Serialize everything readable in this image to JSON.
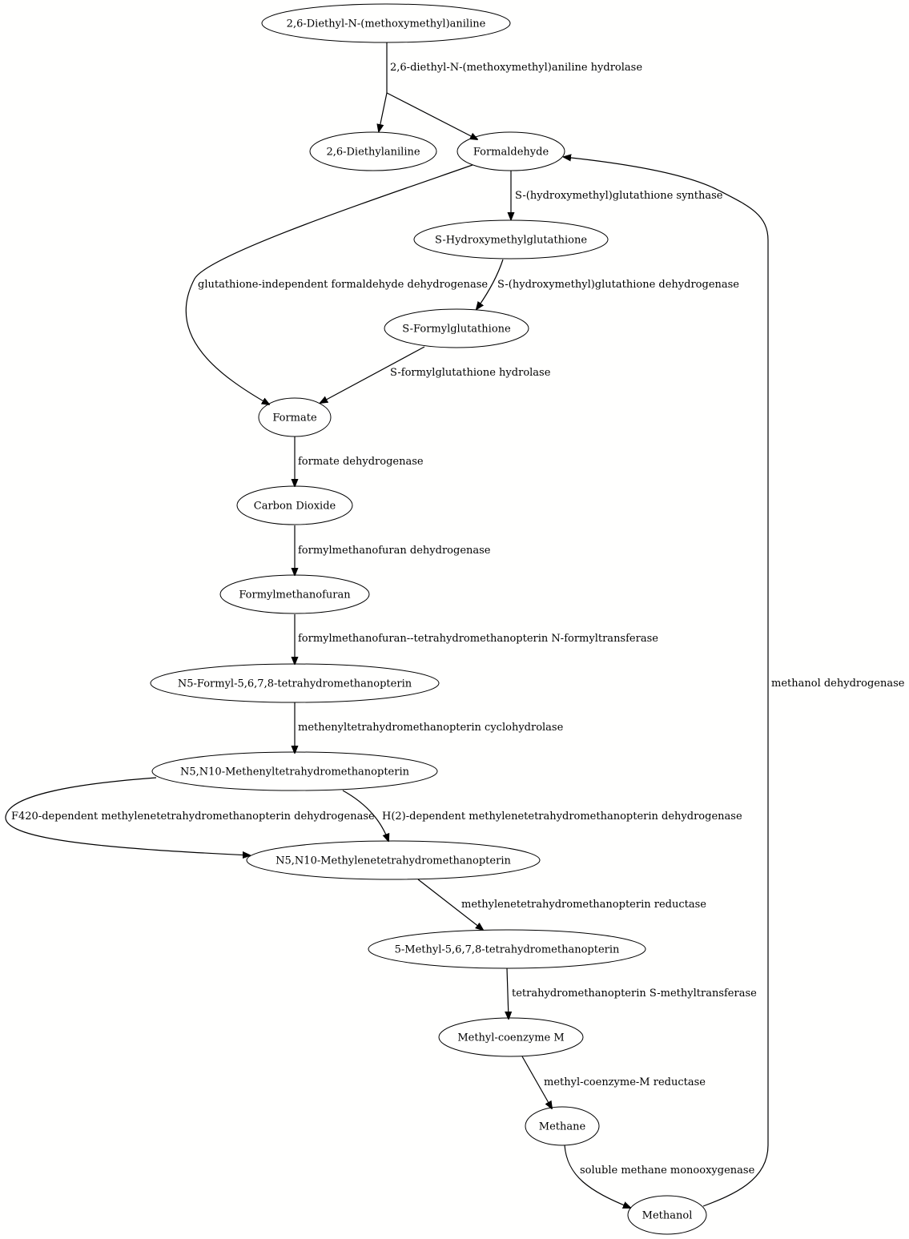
{
  "nodes": {
    "diethyl_methoxymethyl_aniline": "2,6-Diethyl-N-(methoxymethyl)aniline",
    "diethylaniline": "2,6-Diethylaniline",
    "formaldehyde": "Formaldehyde",
    "s_hydroxymethylglutathione": "S-Hydroxymethylglutathione",
    "s_formylglutathione": "S-Formylglutathione",
    "formate": "Formate",
    "carbon_dioxide": "Carbon Dioxide",
    "formylmethanofuran": "Formylmethanofuran",
    "n5_formyl_thmpt": "N5-Formyl-5,6,7,8-tetrahydromethanopterin",
    "n5n10_methenyl_thmpt": "N5,N10-Methenyltetrahydromethanopterin",
    "n5n10_methylene_thmpt": "N5,N10-Methylenetetrahydromethanopterin",
    "methyl_thmpt": "5-Methyl-5,6,7,8-tetrahydromethanopterin",
    "methyl_coenzyme_m": "Methyl-coenzyme M",
    "methane": "Methane",
    "methanol": "Methanol"
  },
  "edges": {
    "aniline_hydrolase": "2,6-diethyl-N-(methoxymethyl)aniline hydrolase",
    "hmg_synthase": "S-(hydroxymethyl)glutathione synthase",
    "gsh_independent_fdh": "glutathione-independent formaldehyde dehydrogenase",
    "hmg_dehydrogenase": "S-(hydroxymethyl)glutathione dehydrogenase",
    "formylglutathione_hydrolase": "S-formylglutathione hydrolase",
    "formate_dehydrogenase": "formate dehydrogenase",
    "formylmethanofuran_dehydrogenase": "formylmethanofuran dehydrogenase",
    "formyltransferase": "formylmethanofuran--tetrahydromethanopterin N-formyltransferase",
    "cyclohydrolase": "methenyltetrahydromethanopterin cyclohydrolase",
    "f420_dehydrogenase": "F420-dependent methylenetetrahydromethanopterin dehydrogenase",
    "h2_dehydrogenase": "H(2)-dependent methylenetetrahydromethanopterin dehydrogenase",
    "methylene_reductase": "methylenetetrahydromethanopterin reductase",
    "methyltransferase": "tetrahydromethanopterin S-methyltransferase",
    "methyl_com_reductase": "methyl-coenzyme-M reductase",
    "methane_monooxygenase": "soluble methane monooxygenase",
    "methanol_dehydrogenase": "methanol dehydrogenase"
  }
}
